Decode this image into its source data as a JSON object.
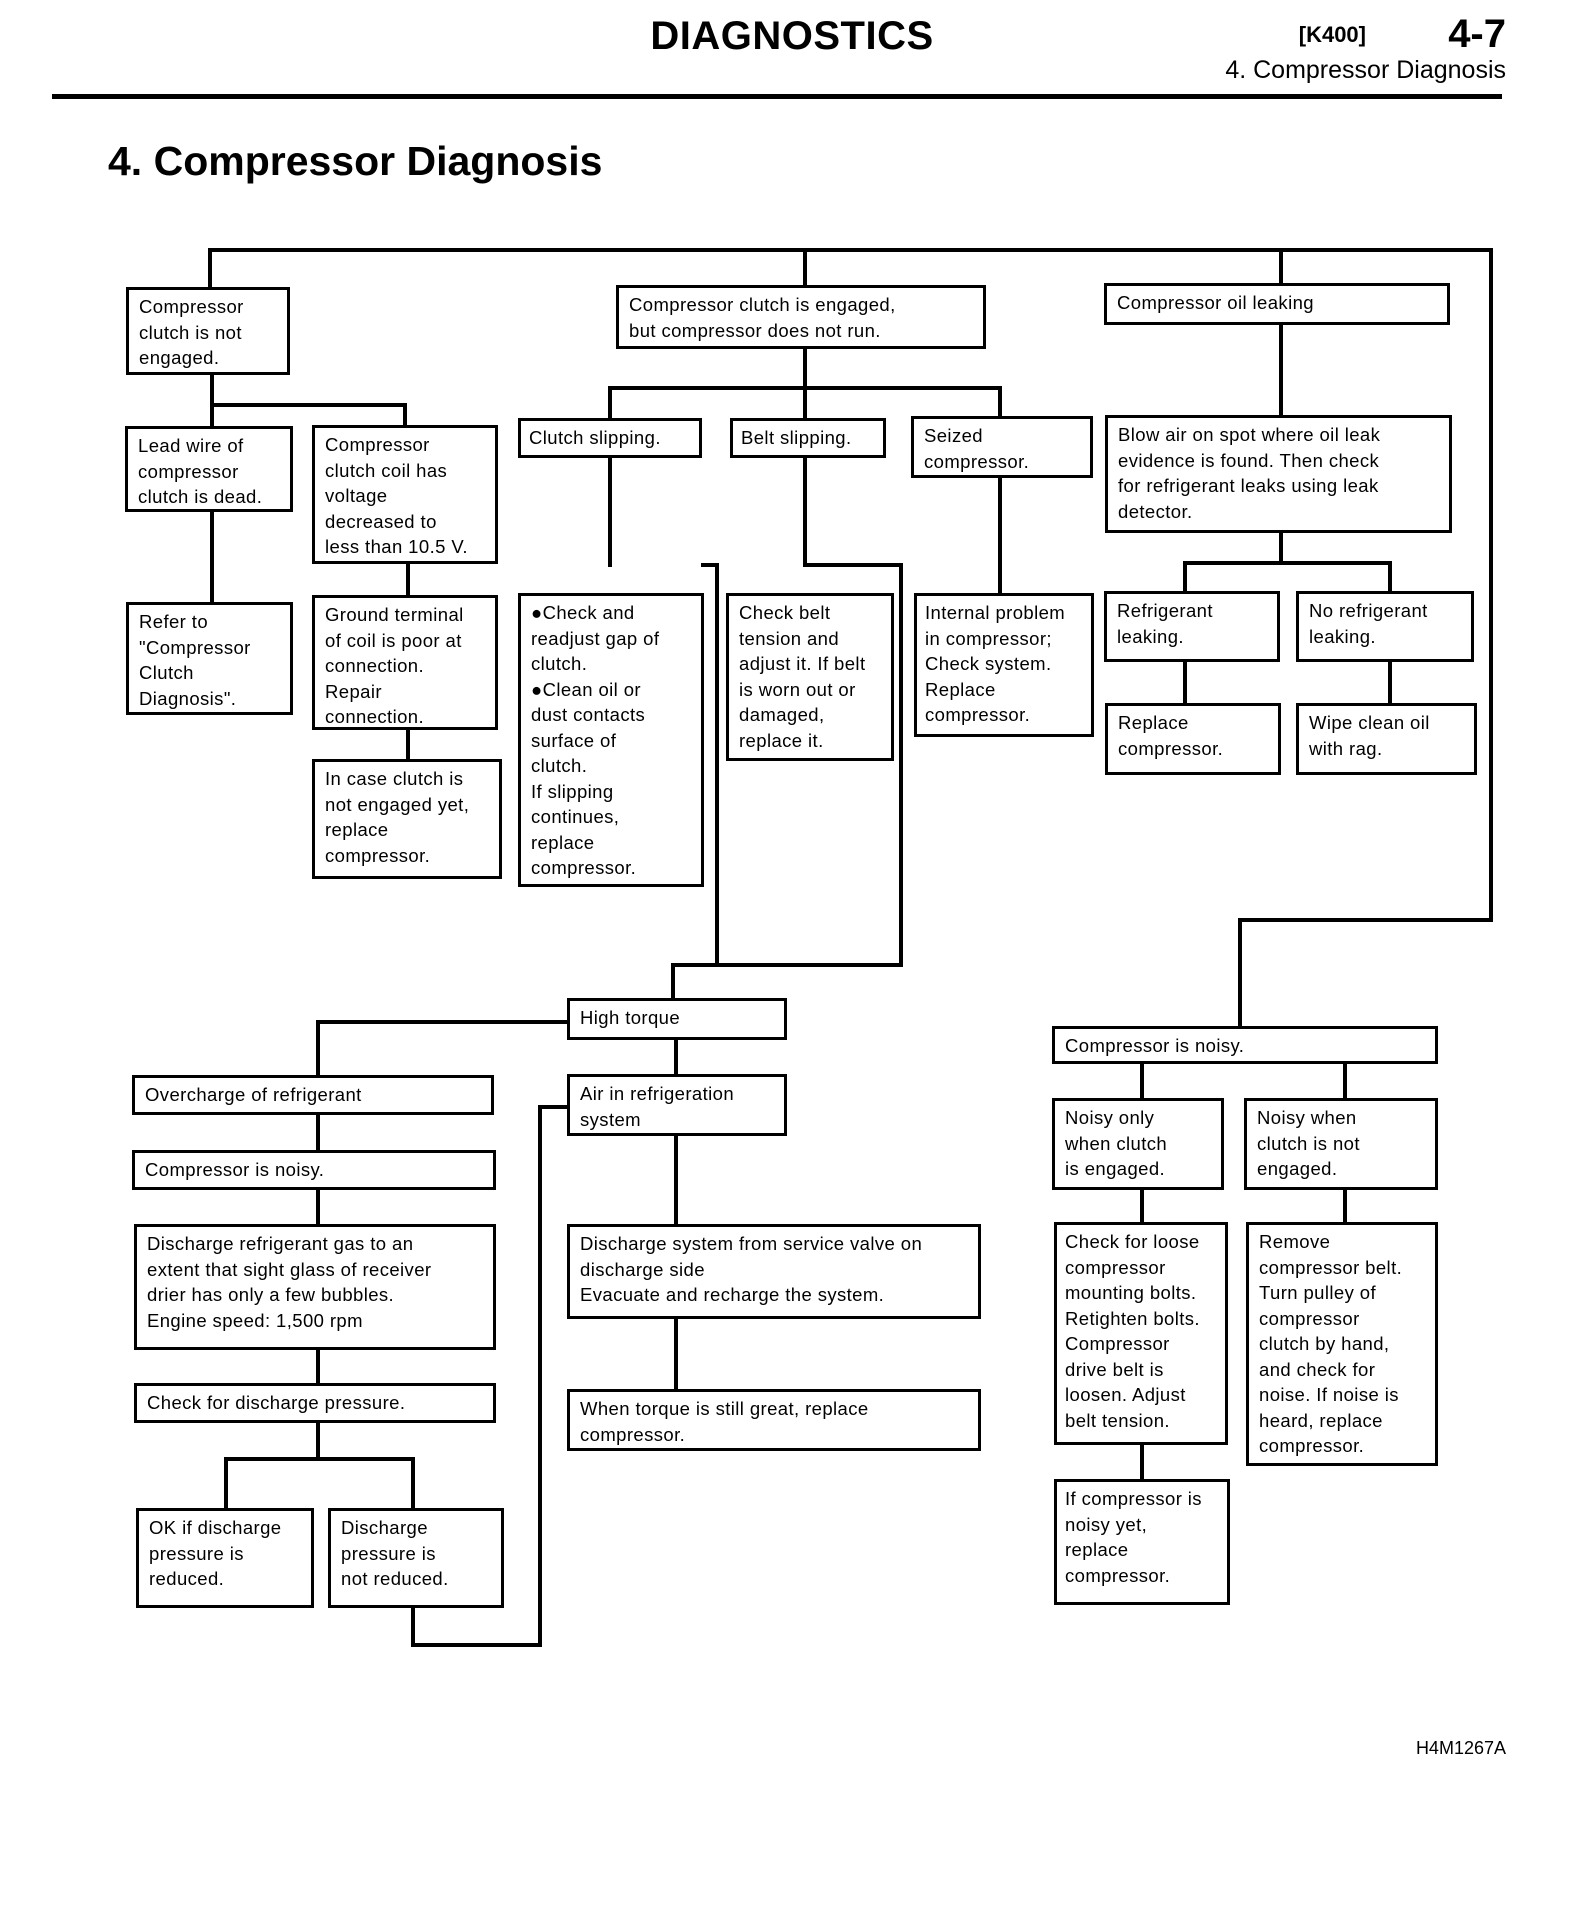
{
  "header": {
    "title": "DIAGNOSTICS",
    "code": "[K400]",
    "page": "4-7",
    "subtitle": "4. Compressor Diagnosis"
  },
  "section_title": "4. Compressor Diagnosis",
  "figure_id": "H4M1267A",
  "boxes": {
    "clutch_not_engaged": "Compressor\nclutch is not\nengaged.",
    "engaged_not_run": "Compressor clutch is engaged,\nbut compressor does not run.",
    "oil_leaking": "Compressor oil leaking",
    "lead_wire_dead": "Lead wire of\ncompressor\nclutch is dead.",
    "coil_voltage": "Compressor\nclutch coil has\nvoltage\ndecreased to\nless than 10.5 V.",
    "refer_clutch": "Refer to\n\"Compressor\nClutch\nDiagnosis\".",
    "ground_terminal": "Ground terminal\nof coil is poor at\nconnection.\nRepair\nconnection.",
    "in_case_clutch": "In case clutch is\nnot engaged yet,\nreplace\ncompressor.",
    "clutch_slipping": "Clutch slipping.",
    "belt_slipping": "Belt slipping.",
    "seized": "Seized\ncompressor.",
    "check_readjust": "●Check and\n   readjust gap of\n   clutch.\n●Clean oil or\n   dust contacts\n   surface of\n   clutch.\nIf slipping\ncontinues,\nreplace\ncompressor.",
    "check_belt": "Check belt\ntension and\nadjust it. If belt\nis worn out or\ndamaged,\nreplace it.",
    "internal_problem": "Internal problem\nin compressor;\nCheck system.\nReplace\ncompressor.",
    "blow_air": "Blow air on spot where oil leak\nevidence is found. Then check\nfor refrigerant leaks using leak\ndetector.",
    "refrigerant_leaking": "Refrigerant\nleaking.",
    "no_refrigerant_leaking": "No refrigerant\nleaking.",
    "replace_compressor": "Replace\ncompressor.",
    "wipe_clean": "Wipe clean oil\nwith rag.",
    "high_torque": "High torque",
    "overcharge": "Overcharge of refrigerant",
    "noisy_left": "Compressor is noisy.",
    "discharge_gas": "Discharge refrigerant gas to an\nextent that sight glass of receiver\ndrier has only a few bubbles.\nEngine speed: 1,500 rpm",
    "check_discharge": "Check for discharge pressure.",
    "ok_reduced": "OK if discharge\npressure is\nreduced.",
    "not_reduced": "Discharge\npressure is\nnot reduced.",
    "air_in_system": "Air in refrigeration\nsystem",
    "discharge_system": "Discharge system from service valve on\ndischarge side\nEvacuate and recharge the system.",
    "torque_great": "When torque is still great, replace\ncompressor.",
    "noisy_right": "Compressor is noisy.",
    "noisy_clutch_engaged": "Noisy only\nwhen clutch\nis engaged.",
    "noisy_not_engaged": "Noisy when\nclutch is not\nengaged.",
    "check_loose": "Check for loose\ncompressor\nmounting bolts.\nRetighten bolts.\nCompressor\ndrive belt is\nloosen. Adjust\nbelt tension.",
    "remove_belt": "Remove\ncompressor belt.\nTurn pulley of\ncompressor\nclutch by hand,\nand check for\nnoise. If noise is\nheard, replace\ncompressor.",
    "noisy_yet": "If compressor is\nnoisy yet,\nreplace\ncompressor."
  }
}
